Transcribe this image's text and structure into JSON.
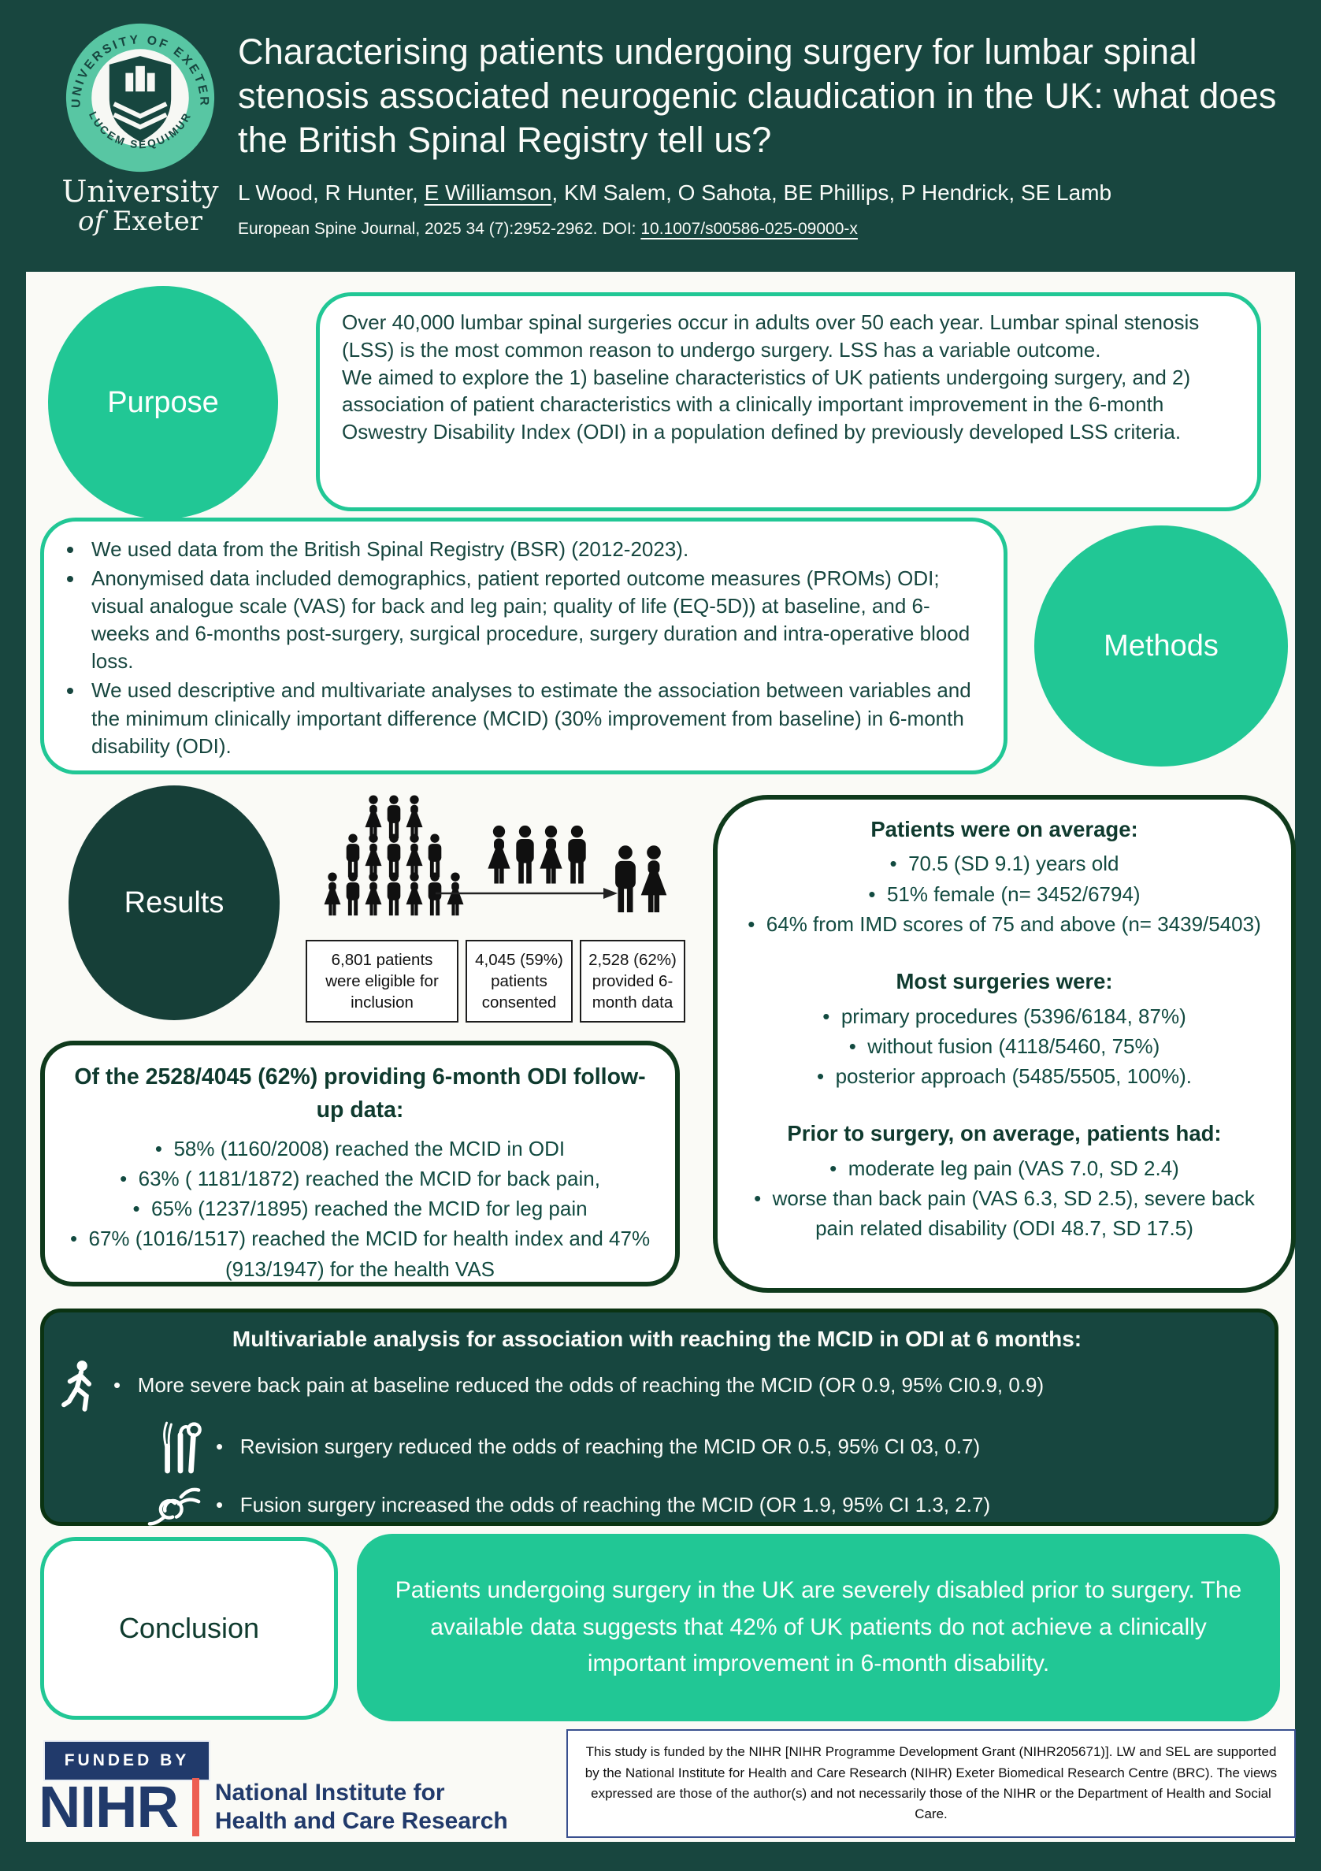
{
  "colors": {
    "background_dark_teal": "#18463F",
    "accent_teal": "#21C795",
    "panel_white": "#FAFAF6",
    "dark_green_border": "#0F3A1C",
    "nihr_navy": "#213A6B",
    "nihr_red": "#ED5E52"
  },
  "header": {
    "logo": {
      "ring_top": "UNIVERSITY OF EXETER",
      "ring_bottom": "· LUCEM SEQUIMUR ·",
      "wm1": "University",
      "wm2_of": "of",
      "wm2_rest": " Exeter"
    },
    "title": "Characterising patients undergoing surgery for lumbar spinal stenosis associated neurogenic claudication in the UK: what does the British Spinal Registry tell us?",
    "authors_before": "L Wood, R Hunter, ",
    "authors_underlined": "E Williamson",
    "authors_after": ", KM Salem, O Sahota, BE Phillips, P Hendrick, SE Lamb",
    "citation_prefix": "European Spine Journal, 2025 34 (7):2952-2962. DOI: ",
    "citation_doi": "10.1007/s00586-025-09000-x"
  },
  "purpose": {
    "label": "Purpose",
    "para1": "Over 40,000 lumbar spinal surgeries occur in adults over 50 each year. Lumbar spinal stenosis (LSS) is the most common reason to undergo surgery. LSS has a variable outcome.",
    "para2": "We aimed to explore the 1) baseline characteristics of UK patients undergoing surgery, and 2) association of patient characteristics with a clinically important improvement in the 6-month Oswestry Disability Index (ODI) in a population defined by previously developed LSS criteria."
  },
  "methods": {
    "label": "Methods",
    "items": [
      "We used data from the British Spinal Registry (BSR) (2012-2023).",
      "Anonymised data included demographics, patient reported outcome measures (PROMs) ODI; visual analogue scale (VAS) for back and leg pain; quality of life (EQ-5D)) at baseline, and 6-weeks and 6-months post-surgery, surgical procedure, surgery duration and intra-operative blood loss.",
      "We used descriptive and multivariate analyses to estimate the association between variables and the minimum clinically important difference (MCID) (30% improvement from baseline) in 6-month disability (ODI)."
    ]
  },
  "results": {
    "label": "Results",
    "flow_boxes": [
      "6,801 patients were eligible for inclusion",
      "4,045 (59%) patients consented",
      "2,528 (62%) provided 6-month data"
    ],
    "followup_box": {
      "title": "Of the 2528/4045 (62%) providing 6-month ODI follow-up data:",
      "items": [
        "58% (1160/2008) reached the MCID in ODI",
        "63% ( 1181/1872) reached the MCID for back pain,",
        "65% (1237/1895) reached the MCID for leg pain",
        "67% (1016/1517) reached the MCID for health index and 47% (913/1947) for the health VAS"
      ]
    },
    "averages_box": {
      "section1_title": "Patients were on average:",
      "section1_items": [
        "70.5 (SD 9.1) years old",
        "51% female (n= 3452/6794)",
        "64% from IMD scores of 75 and above (n= 3439/5403)"
      ],
      "section2_title": "Most surgeries were:",
      "section2_items": [
        "primary procedures (5396/6184, 87%)",
        "without fusion (4118/5460, 75%)",
        "posterior approach (5485/5505, 100%)."
      ],
      "section3_title": "Prior to surgery, on average, patients had:",
      "section3_items": [
        "moderate leg pain (VAS 7.0, SD 2.4)",
        "worse than back pain (VAS 6.3, SD 2.5), severe back pain related disability (ODI 48.7, SD 17.5)"
      ]
    }
  },
  "multivariable": {
    "title": "Multivariable analysis for association with reaching the MCID in ODI at 6 months:",
    "items": [
      {
        "icon": "walking-person-icon",
        "text": "More severe back pain at baseline reduced the odds of reaching the MCID (OR 0.9, 95% CI0.9, 0.9)"
      },
      {
        "icon": "surgical-instruments-icon",
        "text": "Revision surgery reduced the odds of reaching the MCID OR 0.5, 95% CI 03, 0.7)"
      },
      {
        "icon": "fusion-knot-icon",
        "text": "Fusion surgery increased the odds of reaching the MCID (OR 1.9, 95% CI 1.3, 2.7)"
      }
    ]
  },
  "conclusion": {
    "label": "Conclusion",
    "text": "Patients undergoing surgery in the UK are severely disabled prior to surgery. The available data suggests that 42% of UK patients do not achieve a clinically important improvement in 6-month disability."
  },
  "footer": {
    "funded_by": "FUNDED BY",
    "nihr": "NIHR",
    "nihr_name_line1": "National Institute for",
    "nihr_name_line2": "Health and Care Research",
    "funding_note": "This study is funded by the NIHR [NIHR Programme Development Grant (NIHR205671)]. LW and SEL are supported by the National Institute for Health and Care Research (NIHR) Exeter Biomedical Research Centre (BRC). The views expressed are those of the author(s) and not necessarily those of the NIHR or the Department of Health and Social Care."
  }
}
